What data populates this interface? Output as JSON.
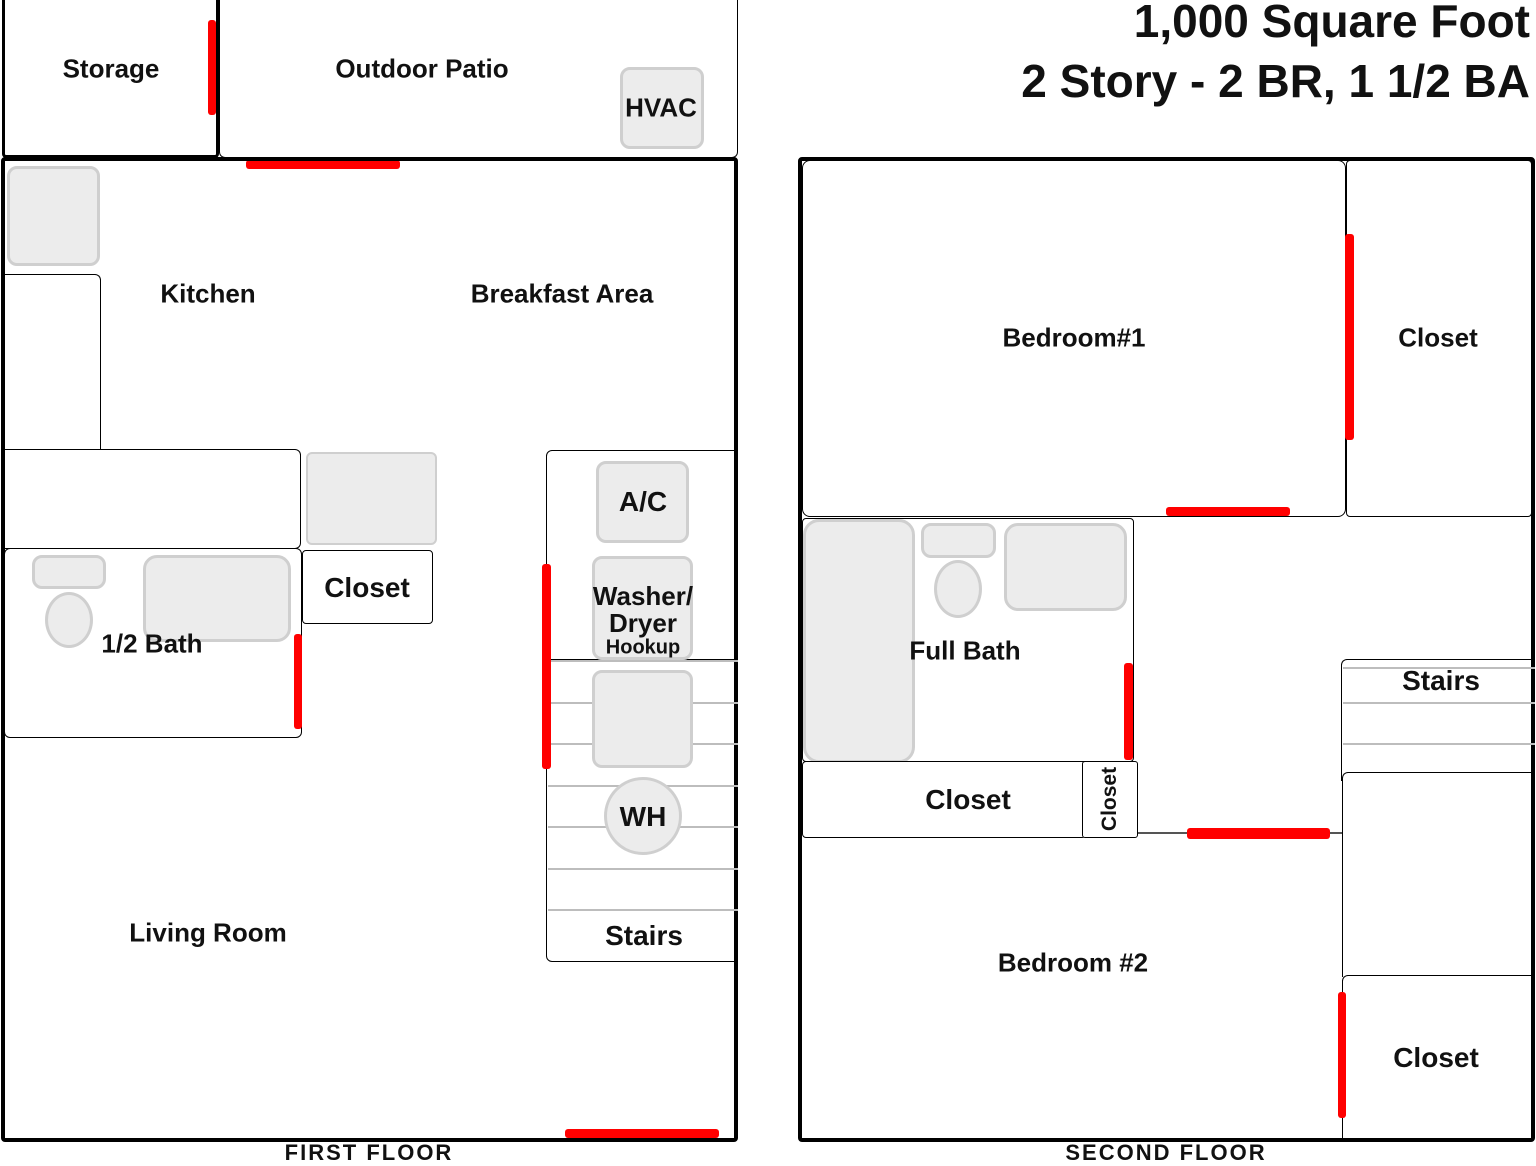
{
  "title": {
    "line1": "1,000 Square Foot",
    "line2": "2 Story - 2 BR, 1 1/2 BA"
  },
  "first_floor": {
    "floor_label": "FIRST FLOOR",
    "rooms": {
      "storage": "Storage",
      "patio": "Outdoor Patio",
      "hvac": "HVAC",
      "kitchen": "Kitchen",
      "breakfast": "Breakfast Area",
      "closet": "Closet",
      "half_bath": "1/2 Bath",
      "ac": "A/C",
      "washer_dryer": "Washer/\nDryer",
      "hookup": "Hookup",
      "wh": "WH",
      "stairs": "Stairs",
      "living": "Living Room"
    }
  },
  "second_floor": {
    "floor_label": "SECOND FLOOR",
    "rooms": {
      "bedroom1": "Bedroom#1",
      "closet_b1": "Closet",
      "full_bath": "Full Bath",
      "stairs": "Stairs",
      "hall_closet": "Closet",
      "small_closet": "Closet",
      "bedroom2": "Bedroom #2",
      "closet_b2": "Closet"
    }
  },
  "colors": {
    "door": "#ff0000",
    "wall": "#000000",
    "fixture": "#ececec"
  }
}
